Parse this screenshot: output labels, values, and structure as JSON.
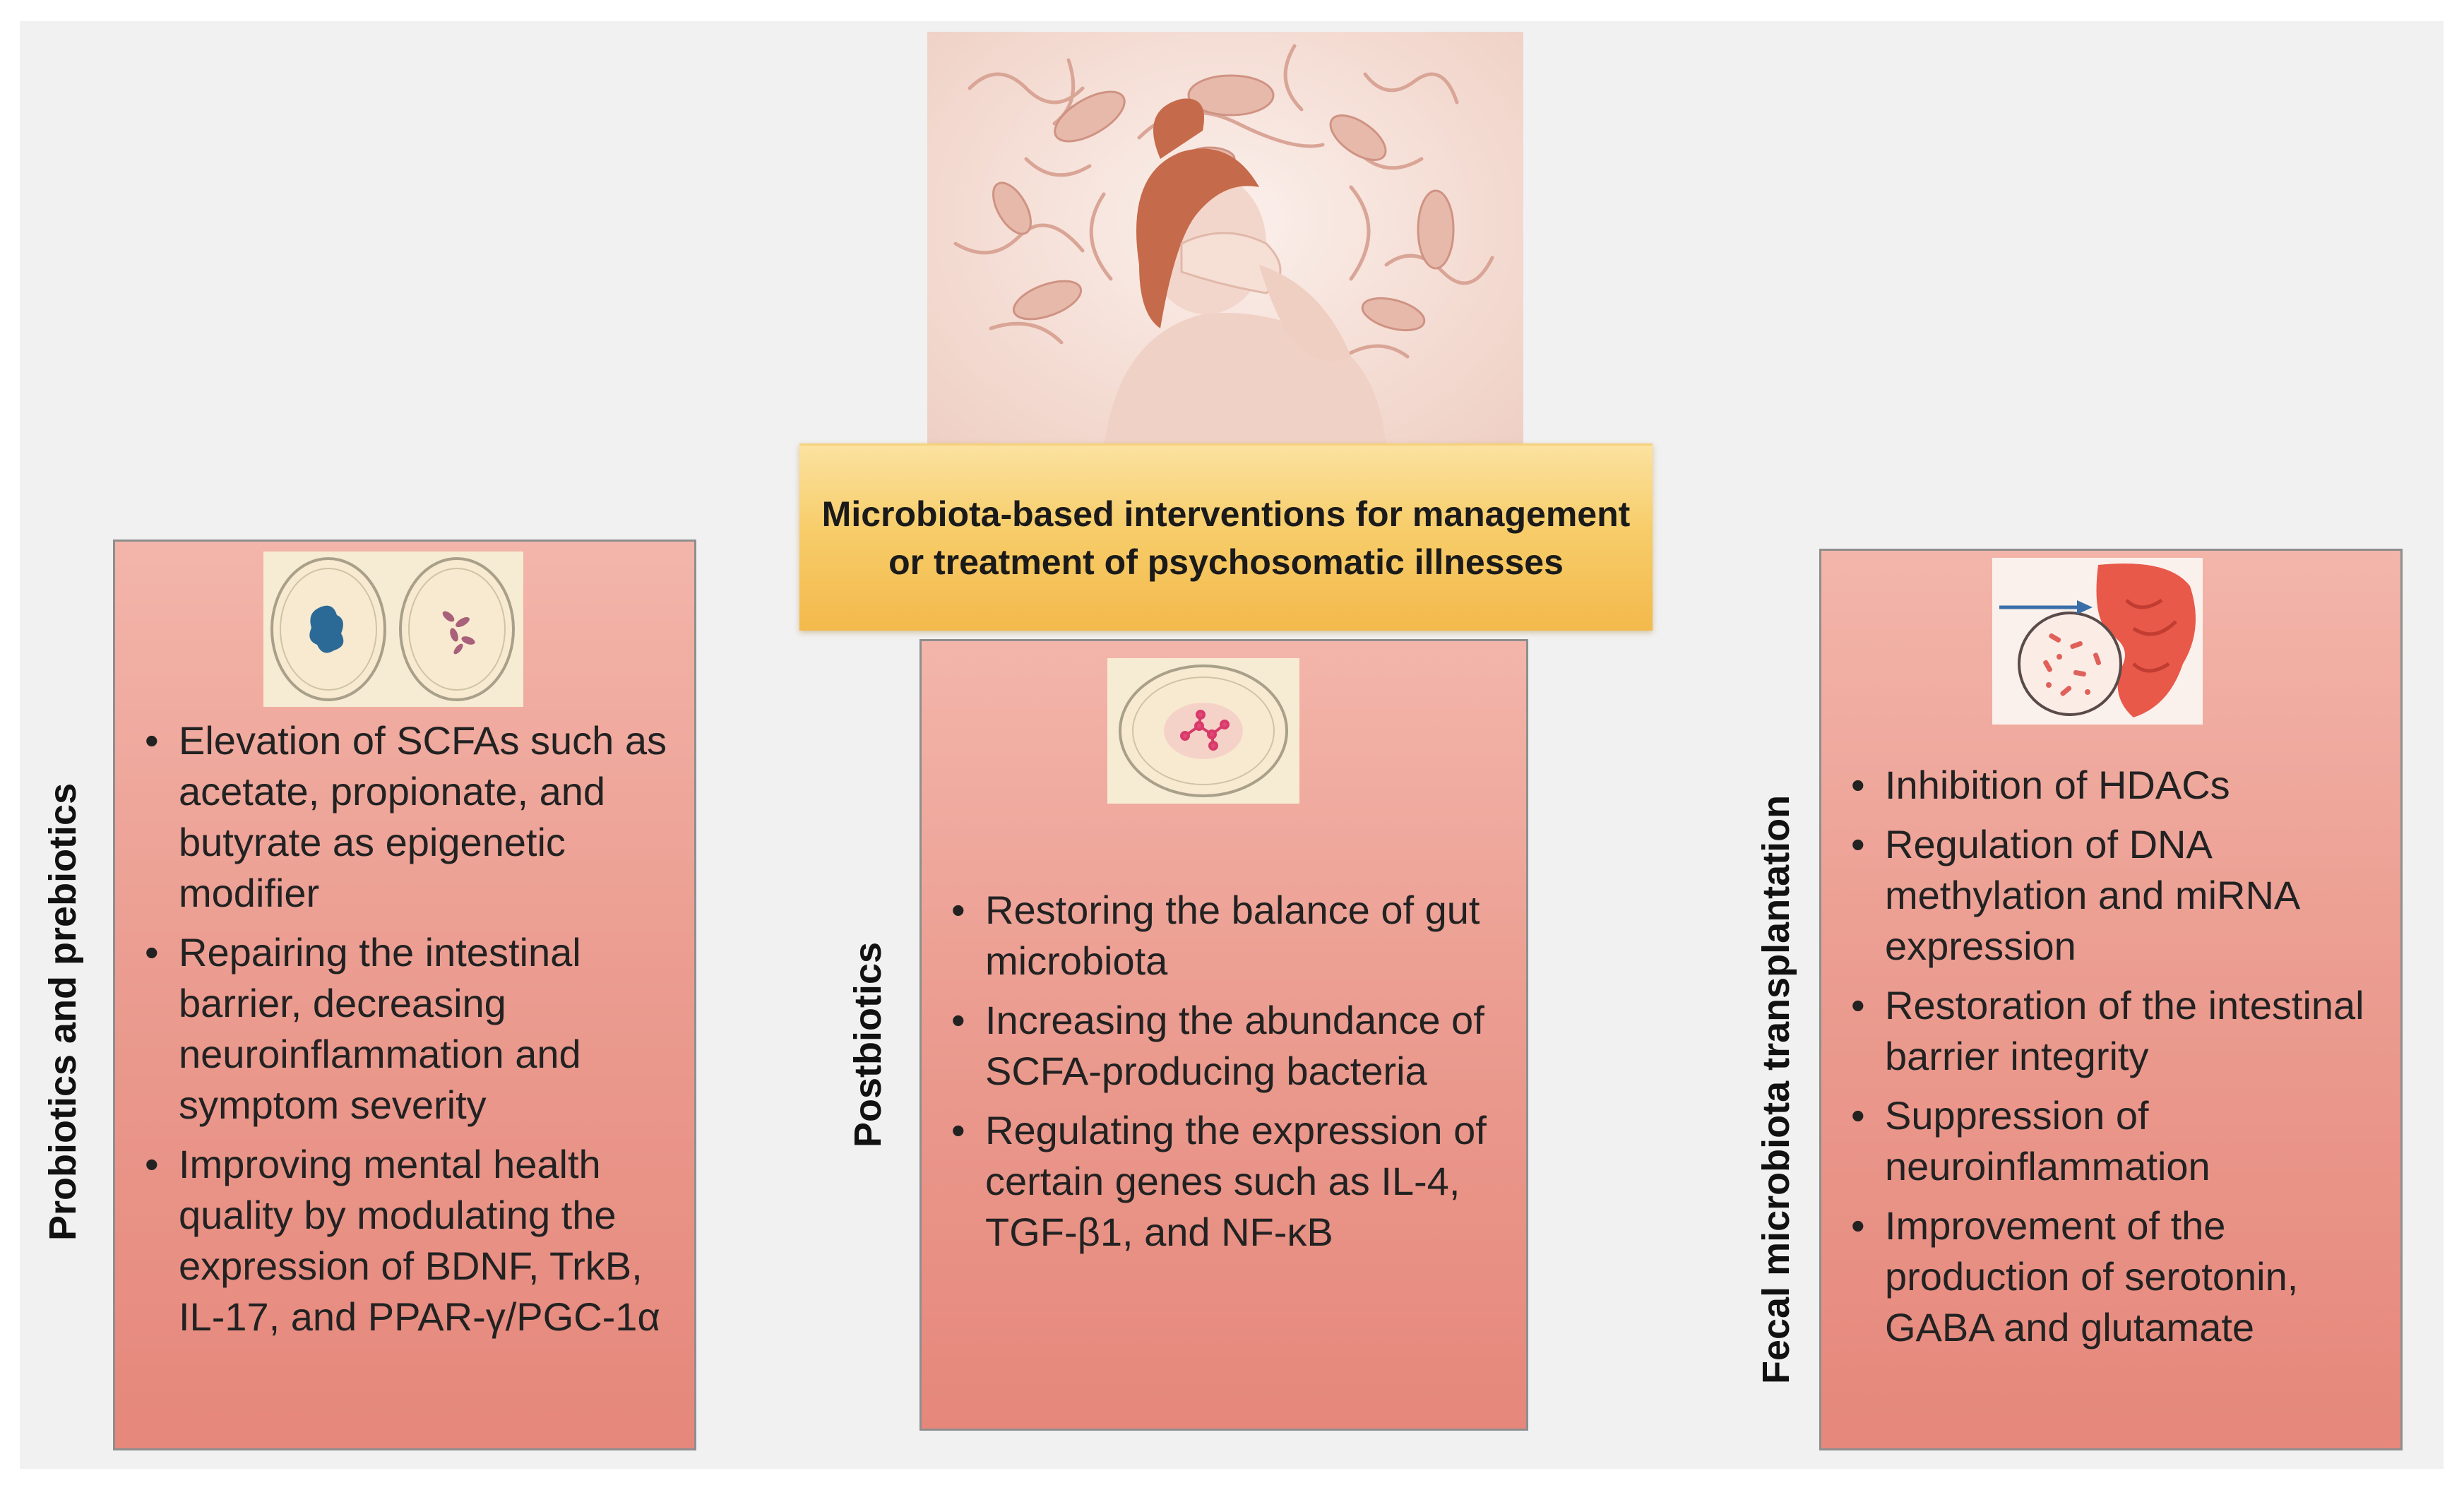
{
  "title": "Microbiota-based  interventions for management or treatment of psychosomatic illnesses",
  "left": {
    "label": "Probiotics and prebiotics",
    "items": [
      "Elevation of SCFAs such as acetate, propionate, and butyrate as epigenetic modifier",
      "Repairing the intestinal barrier, decreasing neuroinflammation and symptom severity",
      "Improving mental health quality by modulating the expression of  BDNF, TrkB, IL-17, and PPAR-γ/PGC-1α"
    ]
  },
  "middle": {
    "label": "Postbiotics",
    "items": [
      "Restoring the balance of gut microbiota",
      "Increasing the abundance of SCFA-producing bacteria",
      "Regulating the expression of certain genes such as  IL-4,  TGF-β1, and NF-κB"
    ]
  },
  "right": {
    "label": "Fecal microbiota transplantation",
    "items": [
      "Inhibition of HDACs",
      "Regulation of DNA methylation and miRNA expression",
      "Restoration of the intestinal barrier integrity",
      "Suppression of neuroinflammation",
      "Improvement of the production of serotonin, GABA and glutamate"
    ]
  },
  "colors": {
    "box_fill": "#eb9b8f",
    "banner_fill": "#f7cd6a",
    "background": "#f1f1f1"
  }
}
